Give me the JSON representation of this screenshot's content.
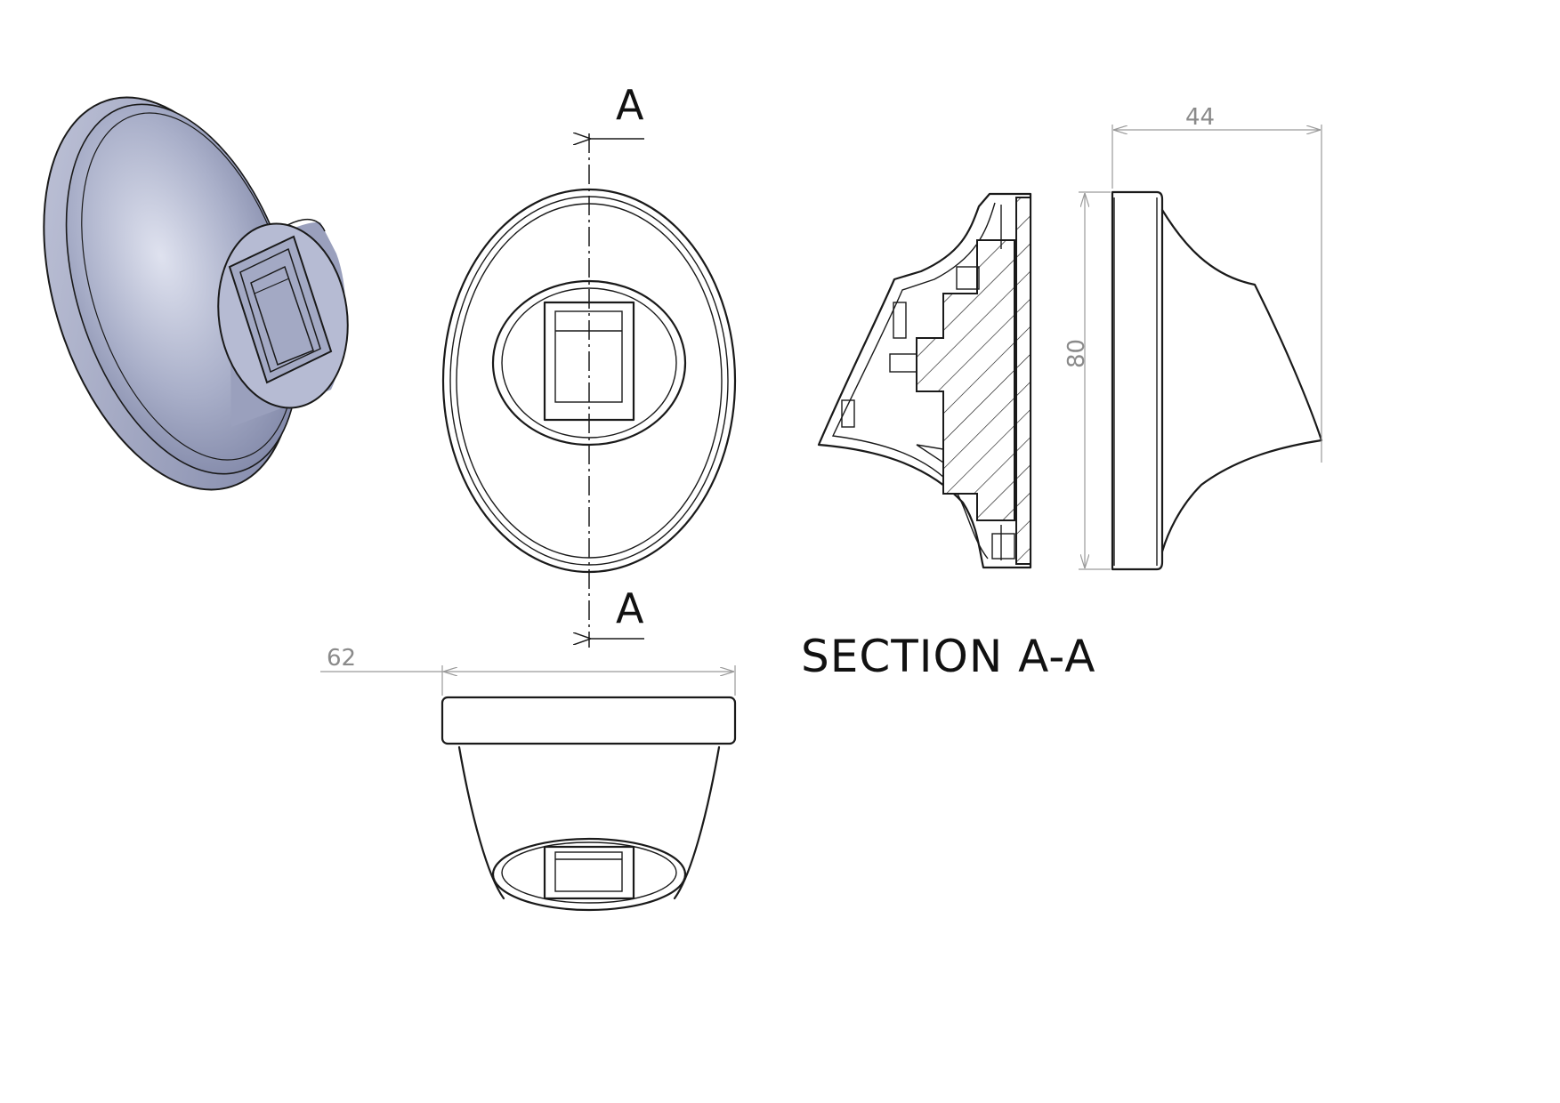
{
  "section_label": "SECTION A-A",
  "cut_markers": {
    "top": "A",
    "bottom": "A"
  },
  "dimensions": {
    "width": "62",
    "depth": "44",
    "height": "80"
  },
  "colors": {
    "iso_body": "#a9afc9",
    "iso_shadow": "#7d84a6",
    "line": "#1a1a1a",
    "dimension_line": "#9a9a9a"
  }
}
